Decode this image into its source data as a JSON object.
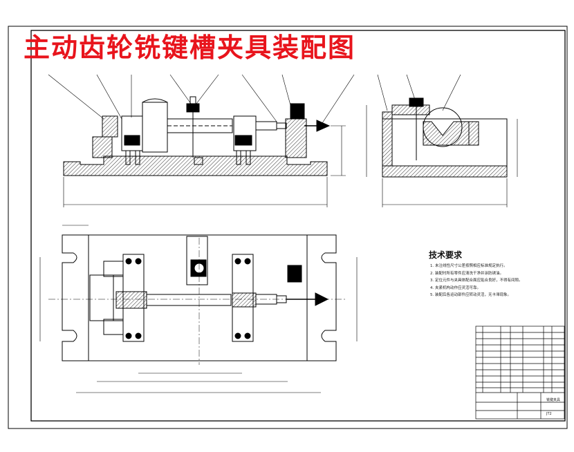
{
  "title": "主动齿轮铣键槽夹具装配图",
  "tech_requirements": {
    "heading": "技术要求",
    "items": [
      "1. 未注线性尺寸公差按照相应标准规定执行。",
      "2. 装配时所有零件应清洗干净并涂防锈油。",
      "3. 定位元件与夹具体配合面应贴合良好，不得有间隙。",
      "4. 夹紧机构动作应灵活可靠。",
      "5. 装配后各运动部件应转动灵活，无卡滞现象。"
    ]
  },
  "title_block": {
    "name": "铣键夹具",
    "drawing_no": "JT2"
  },
  "colors": {
    "title": "#e8141c",
    "line": "#000000",
    "dim": "#1a1a1a"
  }
}
